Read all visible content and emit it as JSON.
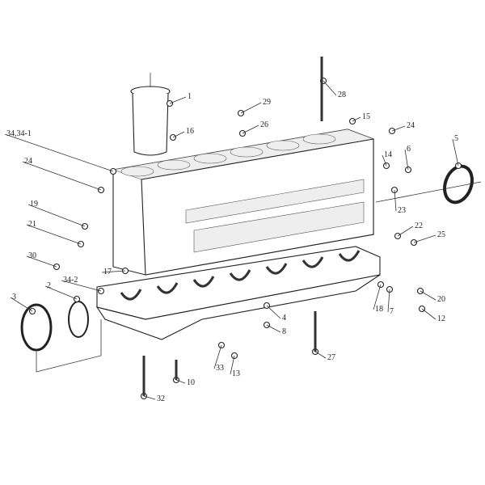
{
  "diagram": {
    "type": "exploded parts diagram",
    "callouts": [
      "1",
      "16",
      "29",
      "26",
      "28",
      "15",
      "24",
      "34,34-1",
      "24",
      "5",
      "14",
      "6",
      "19",
      "21",
      "23",
      "22",
      "25",
      "30",
      "17",
      "2",
      "34-2",
      "3",
      "20",
      "18",
      "7",
      "12",
      "4",
      "8",
      "27",
      "33",
      "13",
      "10",
      "32"
    ]
  }
}
